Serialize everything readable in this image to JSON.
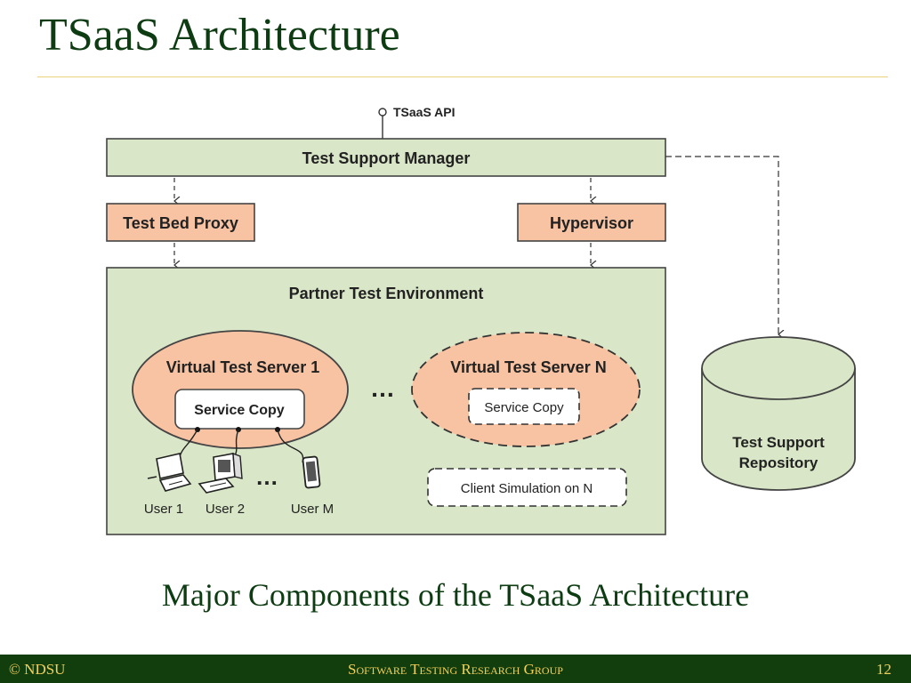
{
  "slide": {
    "title": "TSaaS Architecture",
    "caption": "Major Components of the TSaaS Architecture"
  },
  "diagram": {
    "api_label": "TSaaS API",
    "manager": "Test Support Manager",
    "proxy": "Test Bed Proxy",
    "hypervisor": "Hypervisor",
    "environment": "Partner Test Environment",
    "server_1": "Virtual Test Server 1",
    "server_n": "Virtual Test Server N",
    "service_copy_1": "Service Copy",
    "service_copy_n": "Service Copy",
    "client_simulation": "Client Simulation on N",
    "ellipsis_servers": "…",
    "ellipsis_users": "…",
    "users": [
      "User 1",
      "User 2",
      "User M"
    ],
    "repository_line1": "Test Support",
    "repository_line2": "Repository"
  },
  "footer": {
    "left": "© NDSU",
    "center": "Software Testing Research Group",
    "page_number": "12"
  },
  "colors": {
    "green_fill": "#d9e6c7",
    "orange_fill": "#f7c3a3",
    "title_green": "#0d3b12",
    "footer_bg": "#123d0c",
    "footer_text": "#f2d15b"
  }
}
